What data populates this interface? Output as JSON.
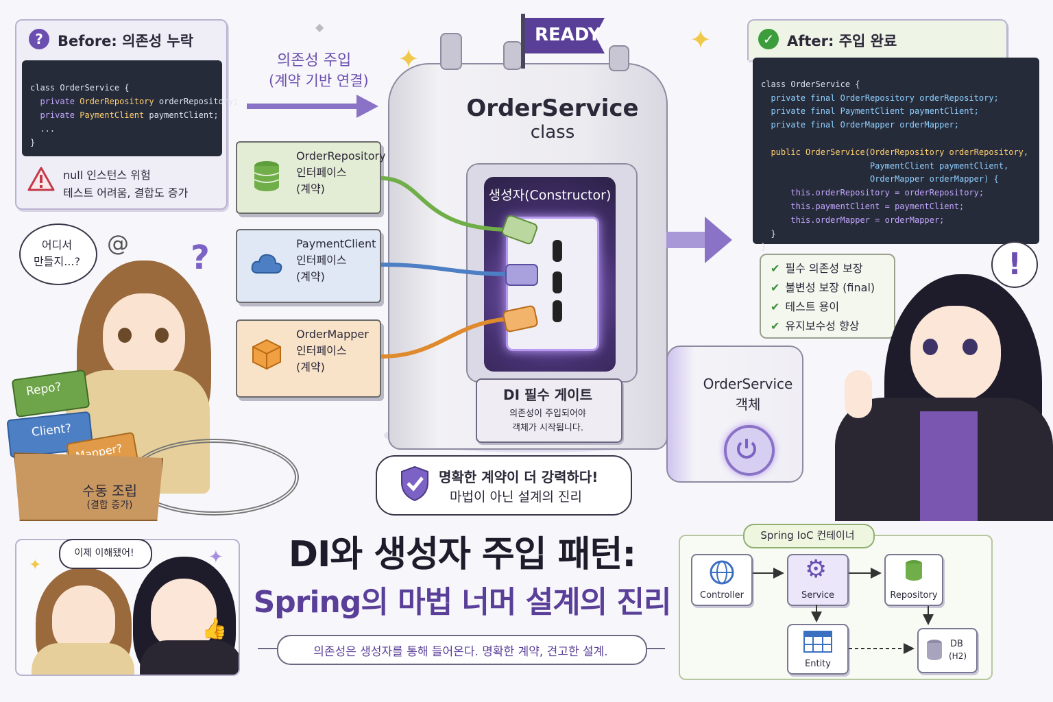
{
  "before": {
    "title": "Before: 의존성 누락",
    "code": [
      "class OrderService {",
      "private",
      "OrderRepository",
      "orderRepository;",
      "private",
      "PaymentClient",
      "paymentClient;",
      "...",
      "}"
    ],
    "warning_line1": "null 인스턴스 위험",
    "warning_line2": "테스트 어려움, 결합도 증가"
  },
  "injection_label": {
    "line1": "의존성 주입",
    "line2": "(계약 기반 연결)"
  },
  "flag_text": "READY",
  "machine": {
    "title": "OrderService",
    "subtitle": "class",
    "constructor_label": "생성자(Constructor)",
    "gate_title": "DI 필수 게이트",
    "gate_line1": "의존성이 주입되어야",
    "gate_line2": "객체가 시작됩니다."
  },
  "interfaces": [
    {
      "name": "OrderRepository",
      "line2": "인터페이스",
      "line3": "(계약)",
      "icon": "database-icon",
      "color": "#e3ecd4"
    },
    {
      "name": "PaymentClient",
      "line2": "인터페이스",
      "line3": "(계약)",
      "icon": "cloud-icon",
      "color": "#dfe8f4"
    },
    {
      "name": "OrderMapper",
      "line2": "인터페이스",
      "line3": "(계약)",
      "icon": "cube-icon",
      "color": "#f8e2c8"
    }
  ],
  "after": {
    "title": "After: 주입 완료",
    "code_lines": [
      "class OrderService {",
      "  private final OrderRepository orderRepository;",
      "  private final PaymentClient paymentClient;",
      "  private final OrderMapper orderMapper;",
      "",
      "  public OrderService(OrderRepository orderRepository,",
      "                      PaymentClient paymentClient,",
      "                      OrderMapper orderMapper) {",
      "      this.orderRepository = orderRepository;",
      "      this.paymentClient = paymentClient;",
      "      this.orderMapper = orderMapper;",
      "  }",
      "}"
    ]
  },
  "benefits": [
    "필수 의존성 보장",
    "불변성 보장 (final)",
    "테스트 용이",
    "유지보수성 향상"
  ],
  "object_box": {
    "line1": "OrderService",
    "line2": "객체"
  },
  "shield_bubble": {
    "line1": "명확한 계약이 더 강력하다!",
    "line2": "마법이 아닌 설계의 진리"
  },
  "left_speech": {
    "line1": "어디서",
    "line2": "만들지...?"
  },
  "puzzles": [
    "Repo?",
    "Client?",
    "Mapper?"
  ],
  "box_label": {
    "line1": "수동 조립",
    "line2": "(결합 증가)"
  },
  "bottom_comic_speech": "이제 이해됐어!",
  "main_title": {
    "line1": "DI와 생성자 주입 패턴:",
    "line2": "Spring의 마법 너머 설계의 진리"
  },
  "tagline": "의존성은 생성자를 통해 들어온다. 명확한 계약, 견고한 설계.",
  "ioc": {
    "title": "Spring IoC 컨테이너",
    "nodes": [
      "Controller",
      "Service",
      "Repository",
      "Entity",
      "DB",
      "(H2)"
    ]
  },
  "colors": {
    "accent": "#6b4fb0",
    "panel_border": "#b8b2cf",
    "code_bg": "#262b3a",
    "green": "#6fae49",
    "blue": "#4d7fc4",
    "orange": "#e08a2e"
  }
}
